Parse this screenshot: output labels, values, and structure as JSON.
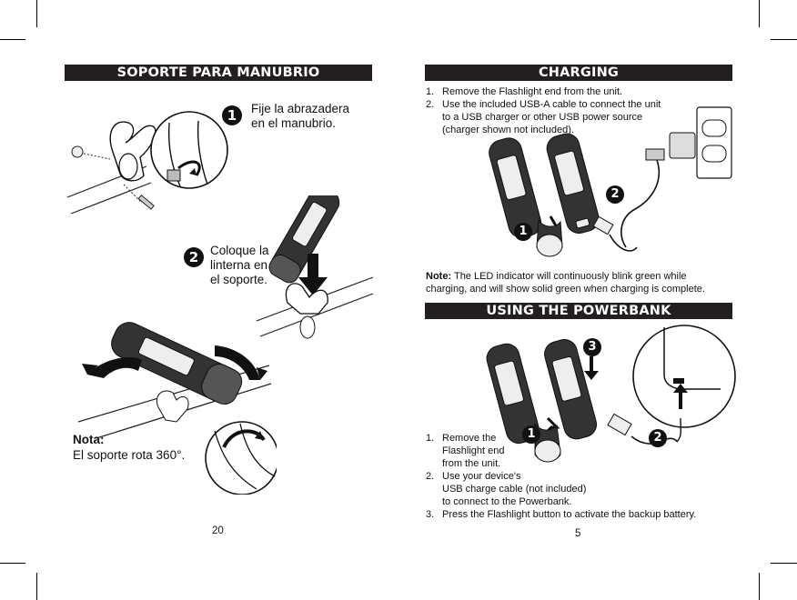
{
  "left_page": {
    "banner": "SOPORTE PARA MANUBRIO",
    "step1": {
      "number": "1",
      "lines": [
        "Fije la abrazadera",
        "en el manubrio."
      ]
    },
    "step2": {
      "number": "2",
      "lines": [
        "Coloque la",
        "linterna en",
        "el soporte."
      ]
    },
    "note_title": "Nota:",
    "note_text": "El soporte rota 360°.",
    "page_number": "20"
  },
  "right_page": {
    "charging_banner": "CHARGING",
    "charging_steps": [
      {
        "num": "1.",
        "lines": [
          "Remove the Flashlight end from the unit."
        ]
      },
      {
        "num": "2.",
        "lines": [
          "Use the included USB-A cable to connect the unit",
          "to a USB charger or other USB power source",
          "(charger shown not included)."
        ]
      }
    ],
    "charging_callouts": [
      "1",
      "2"
    ],
    "note_label": "Note:",
    "note_lines": [
      "The LED indicator will continuously blink green while",
      "charging, and will show solid green when charging is complete."
    ],
    "powerbank_banner": "USING THE POWERBANK",
    "powerbank_callouts": [
      "1",
      "2",
      "3"
    ],
    "powerbank_steps": [
      {
        "num": "1.",
        "lines": [
          "Remove the",
          "Flashlight end",
          "from the unit."
        ]
      },
      {
        "num": "2.",
        "lines": [
          "Use your device's",
          "USB charge cable (not included)",
          "to connect to the Powerbank."
        ]
      },
      {
        "num": "3.",
        "lines": [
          "Press the Flashlight button to activate the backup battery."
        ]
      }
    ],
    "page_number": "5"
  }
}
